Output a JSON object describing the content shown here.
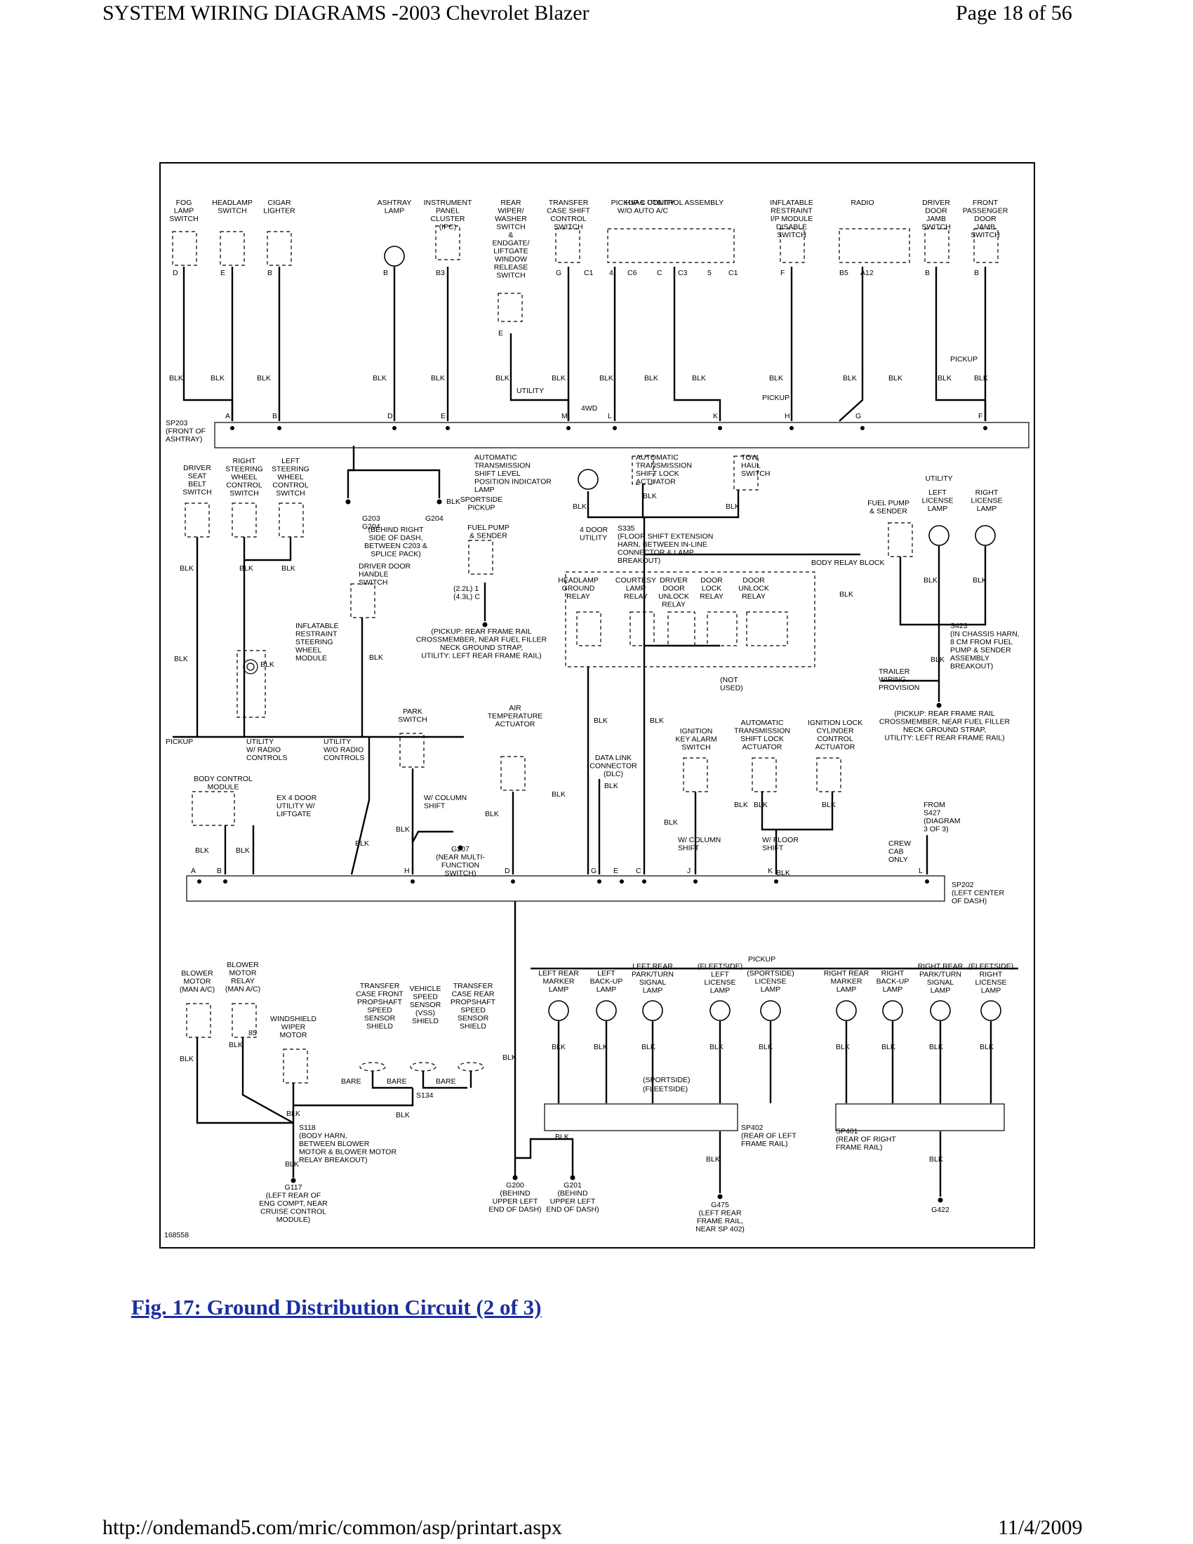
{
  "header": {
    "title": "SYSTEM WIRING DIAGRAMS -2003 Chevrolet Blazer",
    "page": "Page 18 of 56"
  },
  "footer": {
    "url": "http://ondemand5.com/mric/common/asp/printart.aspx",
    "date": "11/4/2009"
  },
  "figure": {
    "caption": "Fig. 17: Ground Distribution Circuit (2 of 3)",
    "diagram_id": "168558",
    "wire_color": "BLK",
    "top_components": [
      [
        "FOG",
        "LAMP",
        "SWITCH"
      ],
      [
        "HEADLAMP",
        "SWITCH"
      ],
      [
        "CIGAR",
        "LIGHTER"
      ],
      [
        "ASHTRAY",
        "LAMP"
      ],
      [
        "INSTRUMENT",
        "PANEL",
        "CLUSTER",
        "(IPC)"
      ],
      [
        "REAR",
        "WIPER/",
        "WASHER",
        "SWITCH",
        "&",
        "ENDGATE/",
        "LIFTGATE",
        "WINDOW",
        "RELEASE",
        "SWITCH"
      ],
      [
        "TRANSFER",
        "CASE SHIFT",
        "CONTROL",
        "SWITCH"
      ],
      [
        "PICKUP & UTILITY",
        "W/O AUTO A/C"
      ],
      [
        "HVAC CONTROL ASSEMBLY"
      ],
      [
        "INFLATABLE",
        "RESTRAINT",
        "I/P MODULE",
        "DISABLE",
        "SWITCH"
      ],
      [
        "RADIO"
      ],
      [
        "DRIVER",
        "DOOR",
        "JAMB",
        "SWITCH"
      ],
      [
        "FRONT",
        "PASSENGER",
        "DOOR",
        "JAMB",
        "SWITCH"
      ]
    ],
    "pins_top": [
      "D",
      "E",
      "B",
      "B",
      "B3",
      "E",
      "G",
      "C1",
      "4",
      "C6",
      "C",
      "C3",
      "5",
      "C1",
      "F",
      "B5",
      "A12",
      "B",
      "B"
    ],
    "sp203_pins": [
      "A",
      "B",
      "D",
      "E",
      "M",
      "L",
      "K",
      "H",
      "G",
      "F"
    ],
    "sp203_label": [
      "SP203",
      "(FRONT OF",
      "ASHTRAY)"
    ],
    "wire_notes": [
      "UTILITY",
      "4WD",
      "PICKUP",
      "PICKUP"
    ],
    "mid_components": [
      [
        "DRIVER",
        "SEAT",
        "BELT",
        "SWITCH"
      ],
      [
        "RIGHT",
        "STEERING",
        "WHEEL",
        "CONTROL",
        "SWITCH"
      ],
      [
        "LEFT",
        "STEERING",
        "WHEEL",
        "CONTROL",
        "SWITCH"
      ],
      [
        "AUTOMATIC",
        "TRANSMISSION",
        "SHIFT LEVEL",
        "POSITION INDICATOR",
        "LAMP"
      ],
      [
        "AUTOMATIC",
        "TRANSMISSION",
        "SHIFT LOCK",
        "ACTUATOR"
      ],
      [
        "TOW",
        "HAUL",
        "SWITCH"
      ],
      [
        "SPORTSIDE",
        "PICKUP"
      ],
      [
        "FUEL PUMP",
        "& SENDER"
      ],
      [
        "DRIVER DOOR",
        "HANDLE",
        "SWITCH"
      ],
      [
        "INFLATABLE",
        "RESTRAINT",
        "STEERING",
        "WHEEL",
        "MODULE"
      ],
      [
        "BODY RELAY BLOCK"
      ],
      [
        "HEADLAMP",
        "GROUND",
        "RELAY"
      ],
      [
        "COURTESY",
        "LAMP",
        "RELAY"
      ],
      [
        "DRIVER",
        "DOOR",
        "UNLOCK",
        "RELAY"
      ],
      [
        "DOOR",
        "LOCK",
        "RELAY"
      ],
      [
        "DOOR",
        "UNLOCK",
        "RELAY"
      ],
      [
        "UTILITY"
      ],
      [
        "FUEL PUMP",
        "& SENDER"
      ],
      [
        "LEFT",
        "LICENSE",
        "LAMP"
      ],
      [
        "RIGHT",
        "LICENSE",
        "LAMP"
      ],
      [
        "TRAILER",
        "WIRING",
        "PROVISION"
      ],
      [
        "PARK",
        "SWITCH"
      ],
      [
        "AIR",
        "TEMPERATURE",
        "ACTUATOR"
      ],
      [
        "DATA LINK",
        "CONNECTOR",
        "(DLC)"
      ],
      [
        "IGNITION",
        "KEY ALARM",
        "SWITCH"
      ],
      [
        "AUTOMATIC",
        "TRANSMISSION",
        "SHIFT LOCK",
        "ACTUATOR"
      ],
      [
        "IGNITION LOCK",
        "CYLINDER",
        "CONTROL",
        "ACTUATOR"
      ],
      [
        "BODY CONTROL",
        "MODULE"
      ]
    ],
    "ground_notes": [
      [
        "G203",
        "G204"
      ],
      [
        "(BEHIND RIGHT",
        "SIDE OF DASH,",
        "BETWEEN C203 &",
        "SPLICE PACK)"
      ],
      [
        "(PICKUP: REAR FRAME RAIL",
        "CROSSMEMBER, NEAR FUEL FILLER",
        "NECK GROUND STRAP,",
        "UTILITY: LEFT REAR FRAME RAIL)"
      ],
      [
        "S335",
        "(FLOOR SHIFT EXTENSION",
        "HARN, BETWEEN IN-LINE",
        "CONNECTOR & LAMP",
        "BREAKOUT)"
      ],
      [
        "S423",
        "(IN CHASSIS HARN,",
        "8 CM FROM FUEL",
        "PUMP & SENDER",
        "ASSEMBLY",
        "BREAKOUT)"
      ],
      [
        "(PICKUP: REAR FRAME RAIL",
        "CROSSMEMBER, NEAR FUEL FILLER",
        "NECK GROUND STRAP,",
        "UTILITY: LEFT REAR FRAME RAIL)"
      ],
      [
        "G207",
        "(NEAR MULTI-",
        "FUNCTION",
        "SWITCH)"
      ]
    ],
    "sp202_label": [
      "SP202",
      "(LEFT CENTER",
      "OF DASH)"
    ],
    "sp202_pins": [
      "A",
      "B",
      "H",
      "D",
      "G",
      "E",
      "C",
      "J",
      "K",
      "L"
    ],
    "side_notes": [
      [
        "PICKUP"
      ],
      [
        "UTILITY",
        "W/ RADIO",
        "CONTROLS"
      ],
      [
        "UTILITY",
        "W/O RADIO",
        "CONTROLS"
      ],
      [
        "EX 4 DOOR",
        "UTILITY W/",
        "LIFTGATE"
      ],
      [
        "W/ COLUMN",
        "SHIFT"
      ],
      [
        "W/ COLUMN",
        "SHIFT"
      ],
      [
        "W/ FLOOR",
        "SHIFT"
      ],
      [
        "CREW",
        "CAB",
        "ONLY"
      ],
      [
        "FROM",
        "S427",
        "(DIAGRAM",
        "3 OF 3)"
      ],
      [
        "4 DOOR",
        "UTILITY"
      ],
      [
        "(2.2L) 1",
        "(4.3L) C"
      ],
      [
        "(NOT",
        "USED)"
      ]
    ],
    "bottom_components": [
      [
        "BLOWER",
        "MOTOR",
        "(MAN A/C)"
      ],
      [
        "BLOWER",
        "MOTOR",
        "RELAY",
        "(MAN A/C)"
      ],
      [
        "WINDSHIELD",
        "WIPER",
        "MOTOR"
      ],
      [
        "TRANSFER",
        "CASE FRONT",
        "PROPSHAFT",
        "SPEED",
        "SENSOR",
        "SHIELD"
      ],
      [
        "VEHICLE",
        "SPEED",
        "SENSOR",
        "(VSS)",
        "SHIELD"
      ],
      [
        "TRANSFER",
        "CASE REAR",
        "PROPSHAFT",
        "SPEED",
        "SENSOR",
        "SHIELD"
      ],
      [
        "LEFT REAR",
        "MARKER",
        "LAMP"
      ],
      [
        "LEFT",
        "BACK-UP",
        "LAMP"
      ],
      [
        "LEFT REAR",
        "PARK/TURN",
        "SIGNAL",
        "LAMP"
      ],
      [
        "(FLEETSIDE)",
        "LEFT",
        "LICENSE",
        "LAMP"
      ],
      [
        "(SPORTSIDE)",
        "LICENSE",
        "LAMP"
      ],
      [
        "RIGHT REAR",
        "MARKER",
        "LAMP"
      ],
      [
        "RIGHT",
        "BACK-UP",
        "LAMP"
      ],
      [
        "RIGHT REAR",
        "PARK/TURN",
        "SIGNAL",
        "LAMP"
      ],
      [
        "(FLEETSIDE)",
        "RIGHT",
        "LICENSE",
        "LAMP"
      ]
    ],
    "bottom_grounds": [
      [
        "S118",
        "(BODY HARN,",
        "BETWEEN BLOWER",
        "MOTOR & BLOWER MOTOR",
        "RELAY BREAKOUT)"
      ],
      [
        "G117",
        "(LEFT REAR OF",
        "ENG COMPT, NEAR",
        "CRUISE CONTROL",
        "MODULE)"
      ],
      [
        "G200",
        "(BEHIND",
        "UPPER LEFT",
        "END OF DASH)"
      ],
      [
        "G201",
        "(BEHIND",
        "UPPER LEFT",
        "END OF DASH)"
      ],
      [
        "SP402",
        "(REAR OF LEFT",
        "FRAME RAIL)"
      ],
      [
        "G475",
        "(LEFT REAR",
        "FRAME RAIL,",
        "NEAR SP 402)"
      ],
      [
        "SP401",
        "(REAR OF RIGHT",
        "FRAME RAIL)"
      ],
      [
        "G422"
      ]
    ],
    "bottom_notes": [
      "PICKUP",
      "BARE",
      "BARE",
      "BARE",
      "S134",
      "85",
      "(SPORTSIDE)",
      "(FLEETSIDE)"
    ]
  }
}
